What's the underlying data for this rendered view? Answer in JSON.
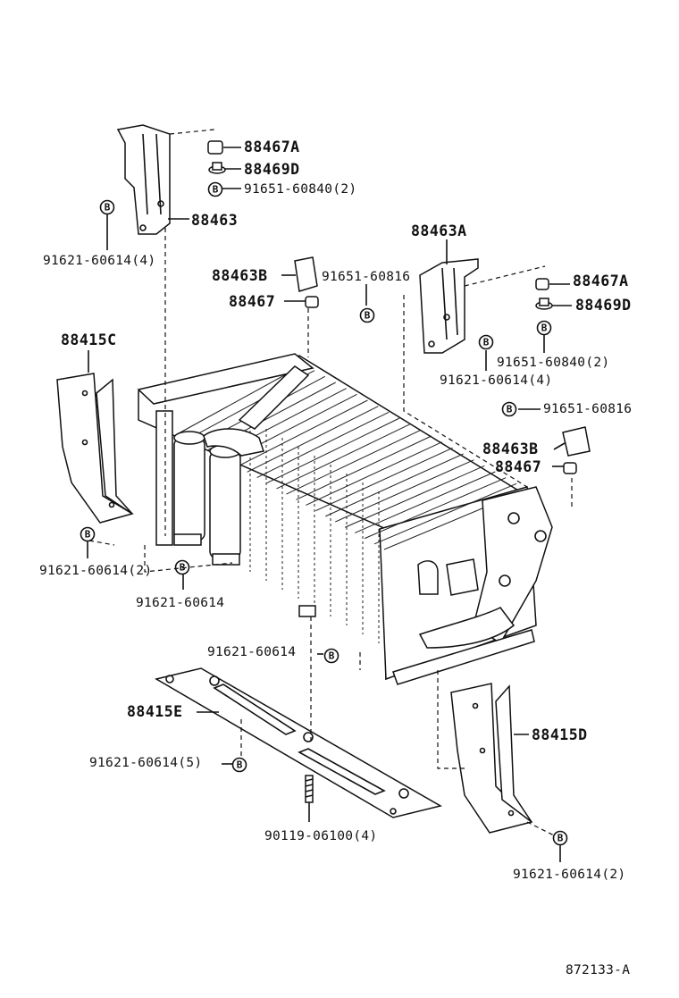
{
  "diagram_id": "872133-A",
  "bolt_marker": "B",
  "labels": {
    "p88467A_left": "88467A",
    "p88469D_left": "88469D",
    "p91651_60840_2_left": "91651-60840(2)",
    "p88463": "88463",
    "p91621_60614_4_left": "91621-60614(4)",
    "p88463A": "88463A",
    "p88463B_top": "88463B",
    "p91651_60816_top": "91651-60816",
    "p88467_top": "88467",
    "p88467A_right": "88467A",
    "p88469D_right": "88469D",
    "p91651_60840_2_right": "91651-60840(2)",
    "p91621_60614_4_right": "91621-60614(4)",
    "p88415C": "88415C",
    "p91651_60816_right": "91651-60816",
    "p88463B_right": "88463B",
    "p88467_right": "88467",
    "p91621_60614_2_left": "91621-60614(2)",
    "p91621_60614_a": "91621-60614",
    "p91621_60614_b": "91621-60614",
    "p88415E": "88415E",
    "p88415D": "88415D",
    "p91621_60614_5": "91621-60614(5)",
    "p90119_06100_4": "90119-06100(4)",
    "p91621_60614_2_right": "91621-60614(2)"
  }
}
